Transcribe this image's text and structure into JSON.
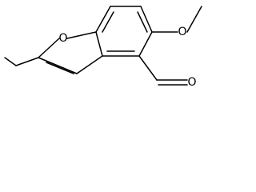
{
  "molecule": {
    "atoms": [
      {
        "id": "O1",
        "label": "O"
      },
      {
        "id": "O2",
        "label": "O"
      },
      {
        "id": "O3",
        "label": "O"
      }
    ]
  }
}
